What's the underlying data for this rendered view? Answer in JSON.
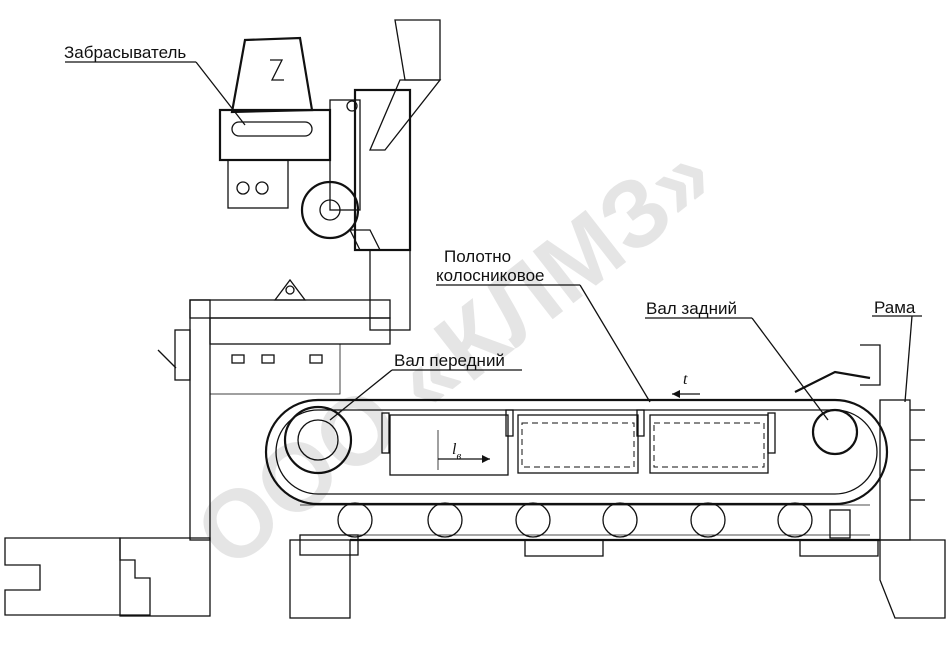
{
  "labels": {
    "spreader": "Забрасыватель",
    "grate_line1": "Полотно",
    "grate_line2": "колосниковое",
    "rear_shaft": "Вал задний",
    "frame": "Рама",
    "front_shaft": "Вал передний",
    "pitch_symbol": "t",
    "length_symbol": "l",
    "length_subscript": "в"
  },
  "watermark": "ООО «КЛМЗ»",
  "colors": {
    "line": "#111111",
    "watermark": "#000000",
    "background": "#ffffff"
  }
}
